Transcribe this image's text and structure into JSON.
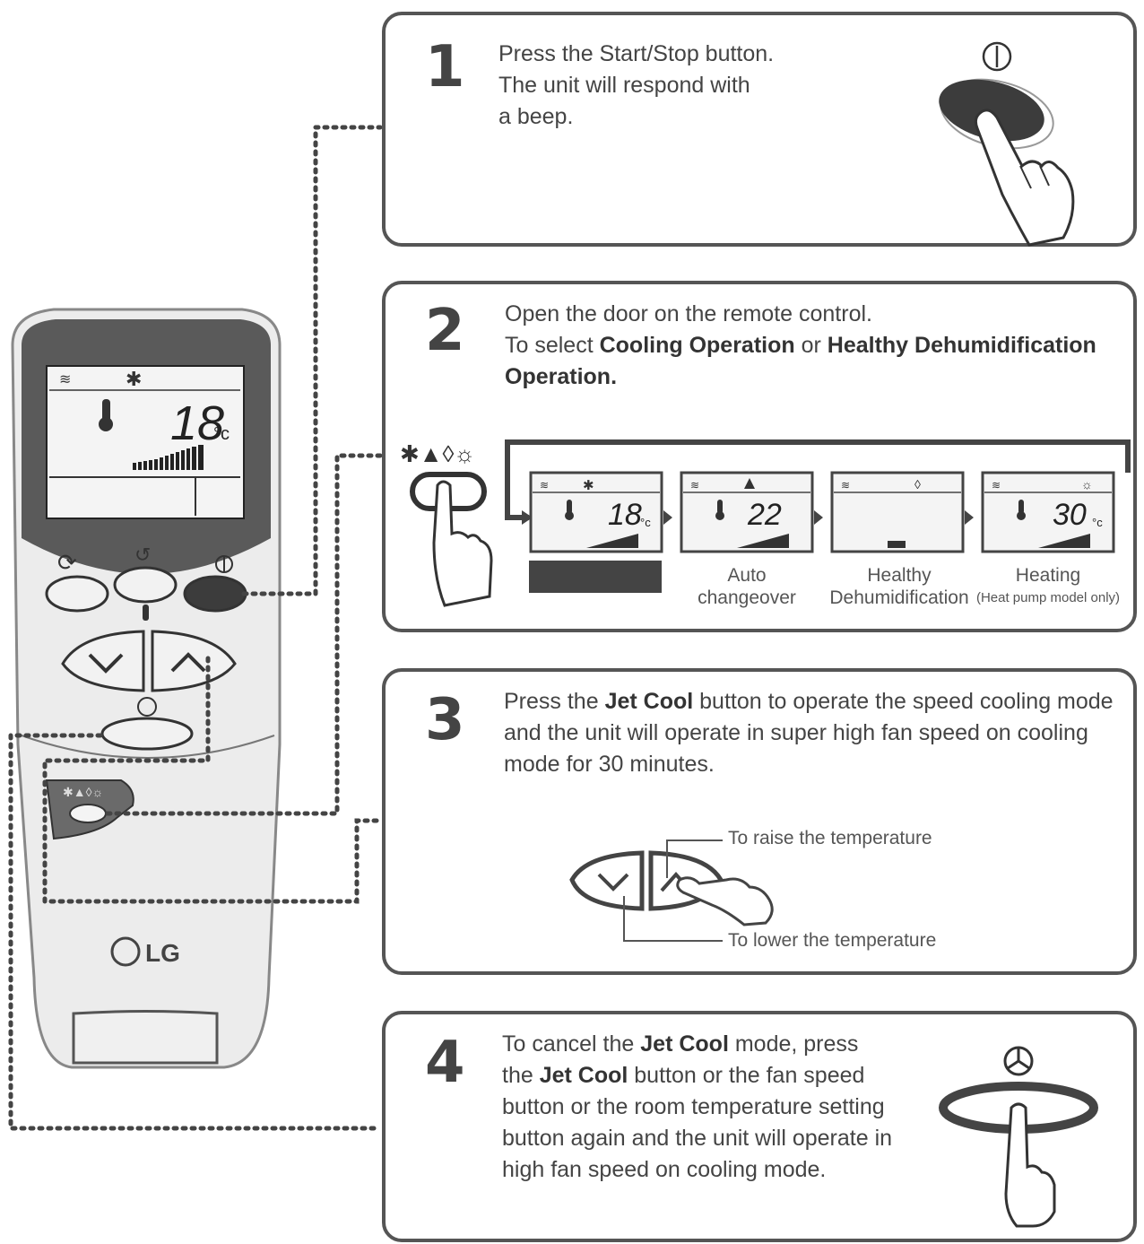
{
  "remote": {
    "display": {
      "temperature": "18",
      "unit": "°c"
    },
    "logo": "LG"
  },
  "steps": [
    {
      "number": "1",
      "lines": [
        "Press the Start/Stop button.",
        "The unit will respond with",
        "a beep."
      ]
    },
    {
      "number": "2",
      "line1": "Open the door on the remote control.",
      "line2_prefix": "To select ",
      "line2_bold1": "Cooling Operation",
      "line2_mid": " or ",
      "line2_bold2": "Healthy Dehumidification",
      "line3_bold": "Operation.",
      "modes": [
        {
          "label1": "",
          "label2": "",
          "temp": "18",
          "unit": "°c"
        },
        {
          "label1": "Auto",
          "label2": "changeover",
          "temp": "22",
          "unit": ""
        },
        {
          "label1": "Healthy",
          "label2": "Dehumidification",
          "temp": "",
          "unit": ""
        },
        {
          "label1": "Heating",
          "label2": "(Heat pump model only)",
          "temp": "30",
          "unit": "°c"
        }
      ]
    },
    {
      "number": "3",
      "l1_pre": "Press the ",
      "l1_bold": "Jet Cool",
      "l1_post": " button to operate the speed cooling mode",
      "l2": "and the unit will operate in super high fan speed on cooling",
      "l3": "mode for 30 minutes.",
      "raise_label": "To raise the temperature",
      "lower_label": "To lower the temperature"
    },
    {
      "number": "4",
      "l1_pre": "To cancel the ",
      "l1_bold": "Jet Cool",
      "l1_post": " mode, press",
      "l2_pre": "the ",
      "l2_bold": "Jet Cool",
      "l2_post": " button or the fan speed",
      "l3": "button or the room temperature setting",
      "l4": "button again and the unit will operate in",
      "l5": "high fan speed on cooling mode."
    }
  ],
  "colors": {
    "panel_border": "#555555",
    "remote_body": "#e8e8e8",
    "lcd": "#f4f4f4",
    "dark_button": "#3c3c3c"
  }
}
